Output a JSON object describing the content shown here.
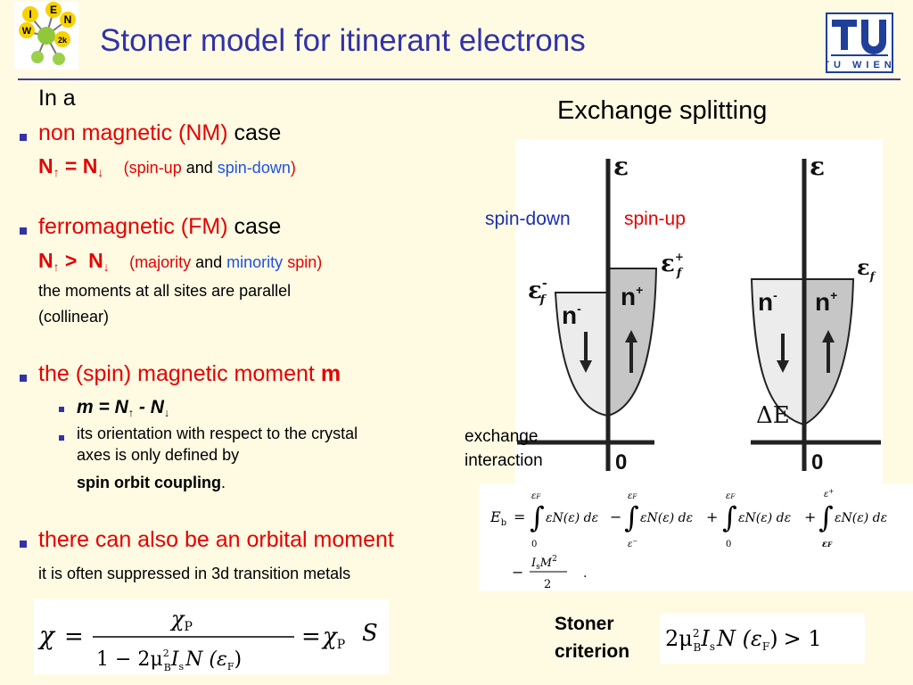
{
  "header": {
    "title": "Stoner model for itinerant electrons",
    "logo_left_letters": [
      "I",
      "E",
      "W",
      "N",
      "2k"
    ],
    "logo_right": "TU WIEN"
  },
  "left": {
    "in_a": "In a",
    "nm": {
      "label": "non magnetic (NM)",
      "case": "case"
    },
    "nm_eq": {
      "n": "N",
      "up": "↑",
      "eq": " = ",
      "down": "↓",
      "open": "(",
      "spin_up": "spin-up",
      "and": "and",
      "spin_down": "spin-down",
      "close": ")"
    },
    "fm": {
      "label": "ferromagnetic (FM)",
      "case": "case"
    },
    "fm_eq": {
      "n": "N",
      "up": "↑",
      "gt": " >  ",
      "down": "↓",
      "open": "(",
      "majority": "majority",
      "and": "and",
      "minority": "minority",
      "spin_close": "spin)"
    },
    "moments1": "the moments at all sites are parallel",
    "moments2": "(collinear)",
    "moment_head": "the (spin) magnetic moment",
    "moment_m": "m",
    "sub1": {
      "m": "m = N",
      "up": "↑",
      "minus": " - N",
      "down": "↓"
    },
    "sub2a": "its orientation with respect to the crystal",
    "sub2b": "axes is only defined by",
    "soc": "spin orbit coupling",
    "soc_dot": ".",
    "orbital": "there can also be an orbital moment",
    "suppressed": "it is often suppressed in 3d transition metals"
  },
  "right": {
    "exchange_title": "Exchange splitting",
    "spin_down": "spin-down",
    "spin_up": "spin-up",
    "exchange_interaction": "exchange\ninteraction",
    "stoner_criterion": "Stoner\ncriterion"
  },
  "diagram": {
    "epsilon": "ε",
    "ef_up": "ε",
    "ef_sub": "f",
    "plus": "+",
    "minus": "-",
    "n_minus": "n",
    "n_plus": "n",
    "delta_e": "ΔE",
    "zero": "0"
  },
  "equations": {
    "eb_label": "E",
    "eb_sub": "b",
    "eb_eq": "=",
    "int_eF_up": "ε",
    "int_F": "F",
    "term": "εN(ε) dε",
    "minus": "−",
    "plus": "+",
    "lim_0": "0",
    "lim_eminus": "ε",
    "lim_eplus": "ε",
    "is_m2": "I",
    "is_sub": "s",
    "m2": "M",
    "two": "2",
    "dot": ".",
    "chi": "χ",
    "chi_eq": "=",
    "chi_p": "χ",
    "P": "P",
    "one_minus": "1 − 2μ",
    "B": "B",
    "sq": "2",
    "Is": "I",
    "N_eps_F": "N (ε",
    "close_paren": ")",
    "S": "S",
    "crit_2mu": "2μ",
    "crit_gt": "> 1"
  },
  "colors": {
    "background": "#fffbe3",
    "title": "#3232a8",
    "red": "#e60000",
    "blue": "#1f52e6",
    "bullet": "#3232a8",
    "shade": "#c8c8c8"
  }
}
